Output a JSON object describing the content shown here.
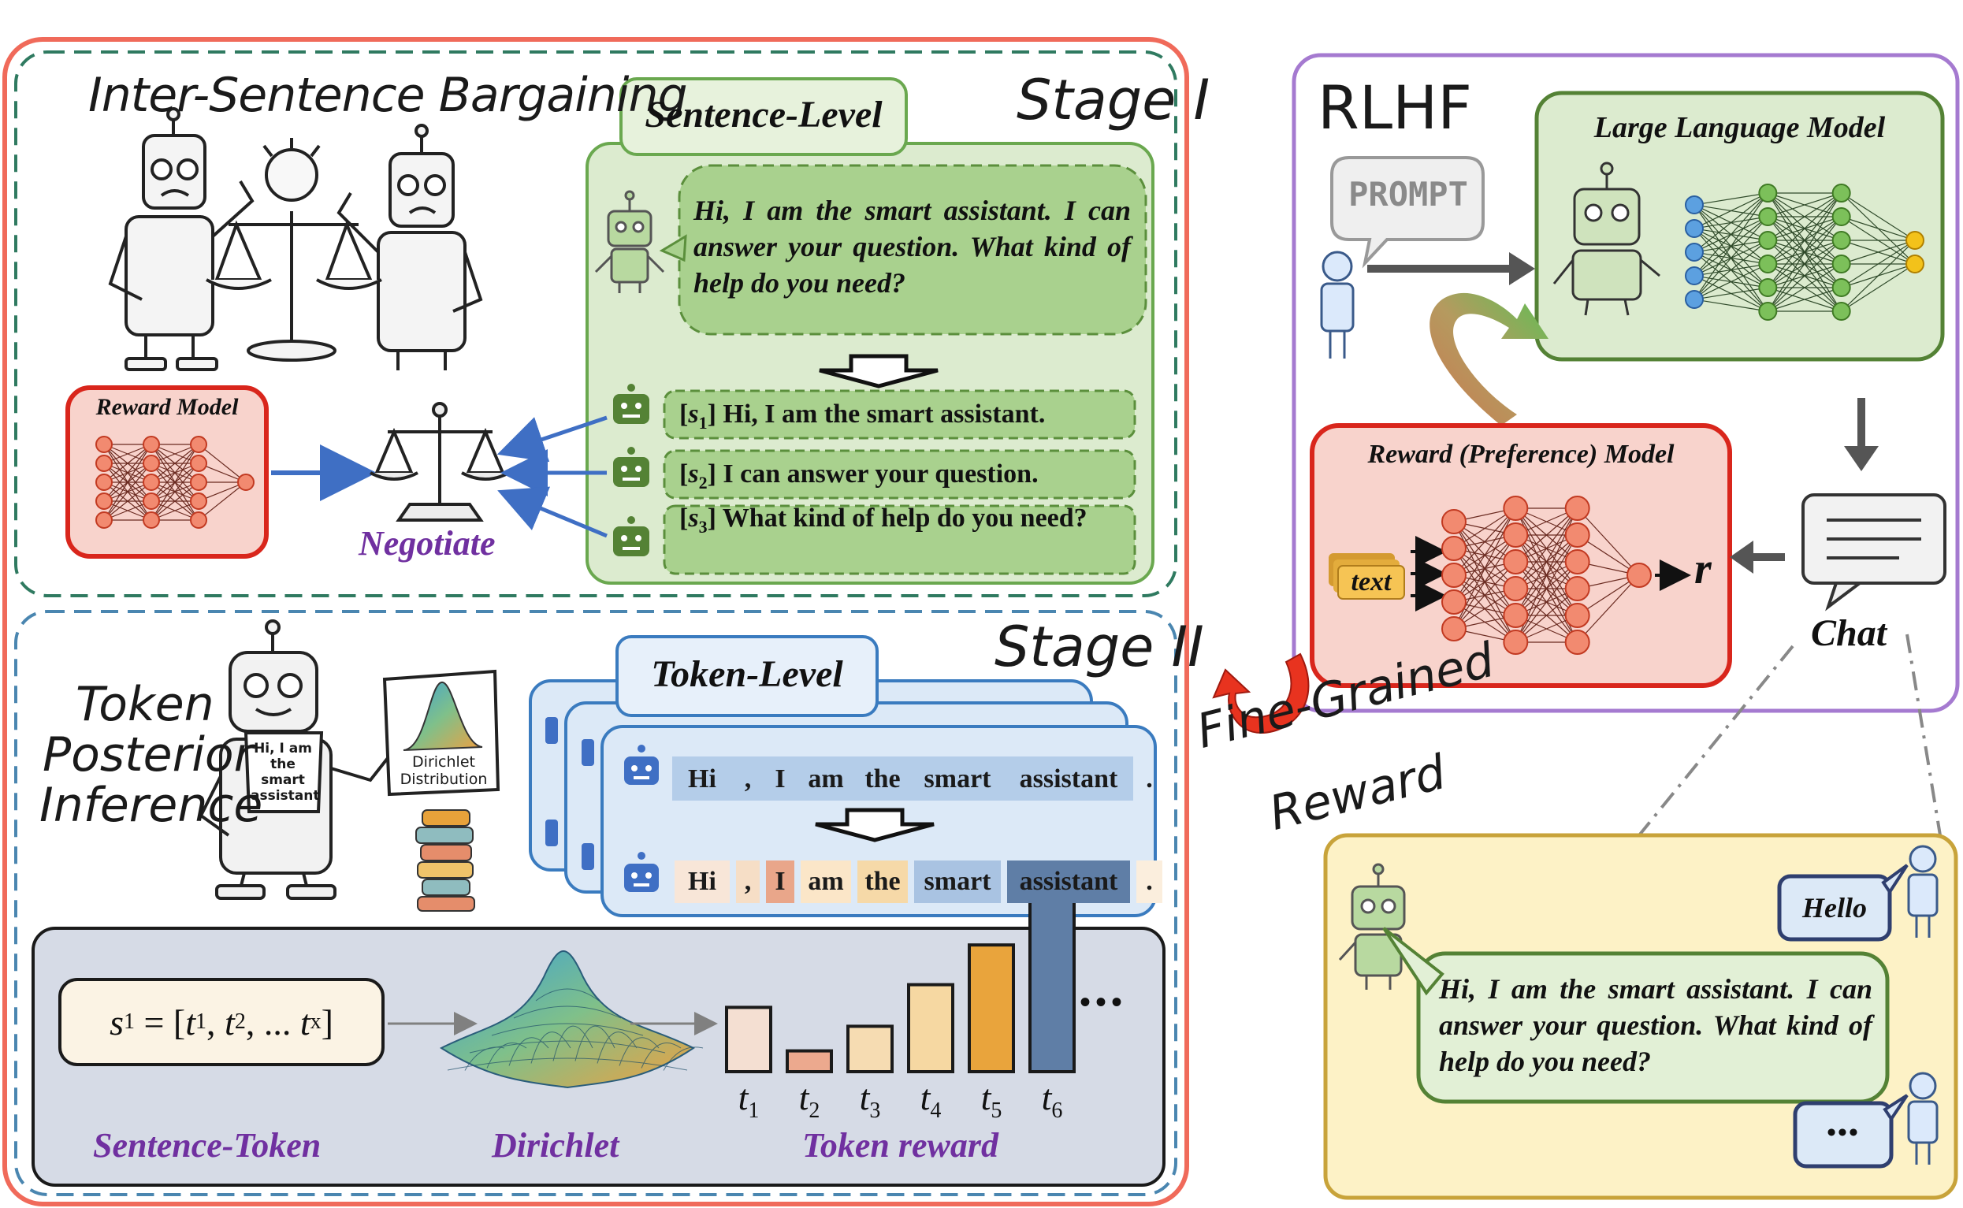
{
  "stage1": {
    "title": "Inter-Sentence Bargaining",
    "stage_label": "Stage I",
    "sentence_level_tab": "Sentence-Level",
    "assistant_message": "Hi, I am the smart assistant. I can answer your question. What kind of help do you need?",
    "sentences": [
      {
        "tag": "[s1]",
        "tag_base": "s",
        "tag_sub": "1",
        "text": "Hi, I am the smart assistant."
      },
      {
        "tag": "[s2]",
        "tag_base": "s",
        "tag_sub": "2",
        "text": "I can answer your question."
      },
      {
        "tag": "[s3]",
        "tag_base": "s",
        "tag_sub": "3",
        "text": "What kind of help do you need?"
      }
    ],
    "reward_model_label": "Reward Model",
    "negotiate_label": "Negotiate"
  },
  "stage2": {
    "title_line1": "Token",
    "title_line2": "Posterior",
    "title_line3": "Inference",
    "stage_label": "Stage II",
    "token_level_tab": "Token-Level",
    "sign_text": "Hi, I am the smart assistant",
    "board_text": "Dirichlet Distribution",
    "tokens": [
      "Hi",
      ",",
      "I",
      "am",
      "the",
      "smart",
      "assistant",
      "."
    ],
    "equation": "s1 = [t1, t2, ... tx]",
    "equation_parts": {
      "lhs": "s",
      "lhs_sub": "1",
      "t": "t",
      "subs": [
        "1",
        "2",
        "x"
      ],
      "ellipsis": "..."
    },
    "token_reward": {
      "labels": [
        "t1",
        "t2",
        "t3",
        "t4",
        "t5",
        "t6"
      ],
      "label_base": "t",
      "label_subs": [
        "1",
        "2",
        "3",
        "4",
        "5",
        "6"
      ],
      "ellipsis": "•••"
    },
    "captions": {
      "sentence_token": "Sentence-Token",
      "dirichlet": "Dirichlet",
      "token_reward": "Token reward"
    }
  },
  "rlhf": {
    "title": "RLHF",
    "prompt_label": "PROMPT",
    "llm_label": "Large Language Model",
    "reward_pref_label": "Reward (Preference) Model",
    "text_chip": "text",
    "r_label": "r",
    "chat_label": "Chat"
  },
  "fine_grained": {
    "line1": "Fine-Grained",
    "line2": "Reward"
  },
  "chat_example": {
    "user_message": "Hello",
    "assistant_message": "Hi, I am the smart assistant. I can answer your question. What kind of help do you need?",
    "typing": "•••"
  },
  "chart_data": {
    "type": "bar",
    "categories": [
      "t1",
      "t2",
      "t3",
      "t4",
      "t5",
      "t6"
    ],
    "values": [
      0.34,
      0.11,
      0.24,
      0.46,
      0.67,
      0.9
    ],
    "colors": [
      "#f4dfd2",
      "#eca98e",
      "#f6dcb2",
      "#f6d8a2",
      "#e9a43c",
      "#5f7ea6"
    ],
    "ylim": [
      0,
      1
    ]
  },
  "colors": {
    "outer_stage_frame": "#f06a5a",
    "stage1_dash": "#2f7a60",
    "stage2_dash": "#4a86b0",
    "green_panel": "#dcebcf",
    "green_border": "#6aa84f",
    "blue_panel": "#dce9f7",
    "blue_border": "#3a7bbf",
    "rlhf_frame": "#a57ad0",
    "reward_panel": "#f8d3cc",
    "reward_border": "#d9261c",
    "chat_panel": "#fdf2c6",
    "chat_border": "#c8a33a",
    "bottom_panel": "#d6dbe6",
    "purple_text": "#7030a0"
  }
}
